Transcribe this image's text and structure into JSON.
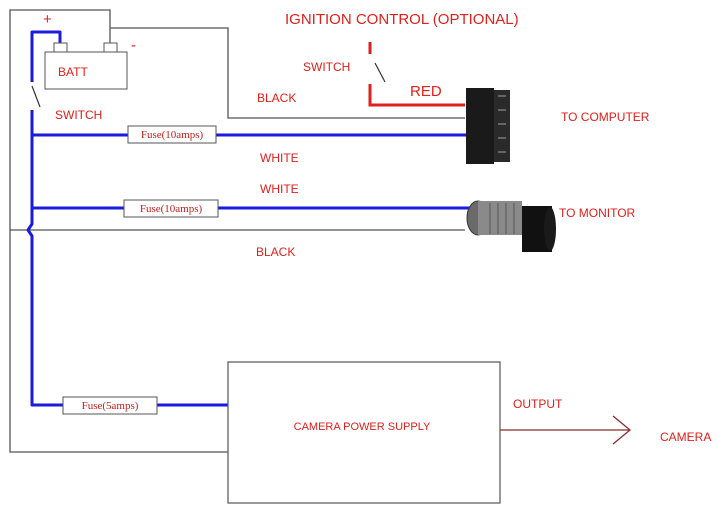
{
  "title": "IGNITION CONTROL (OPTIONAL)",
  "battery": {
    "label": "BATT",
    "pos": "+",
    "neg": "-"
  },
  "switch_main": "SWITCH",
  "switch_ign": "SWITCH",
  "red_label": "RED",
  "black_label_top": "BLACK",
  "white_label_1": "WHITE",
  "white_label_2": "WHITE",
  "black_label_bottom": "BLACK",
  "fuse1": "Fuse(10amps)",
  "fuse2": "Fuse(10amps)",
  "fuse3": "Fuse(5amps)",
  "to_computer": "TO COMPUTER",
  "to_monitor": "TO MONITOR",
  "power_supply": "CAMERA POWER SUPPLY",
  "output": "OUTPUT",
  "camera": "CAMERA",
  "colors": {
    "wire_blue": "#1a1ae0",
    "wire_red": "#e0201c",
    "wire_black": "#555555",
    "output_arrow": "#8b2b2b",
    "text": "#e0201c"
  }
}
